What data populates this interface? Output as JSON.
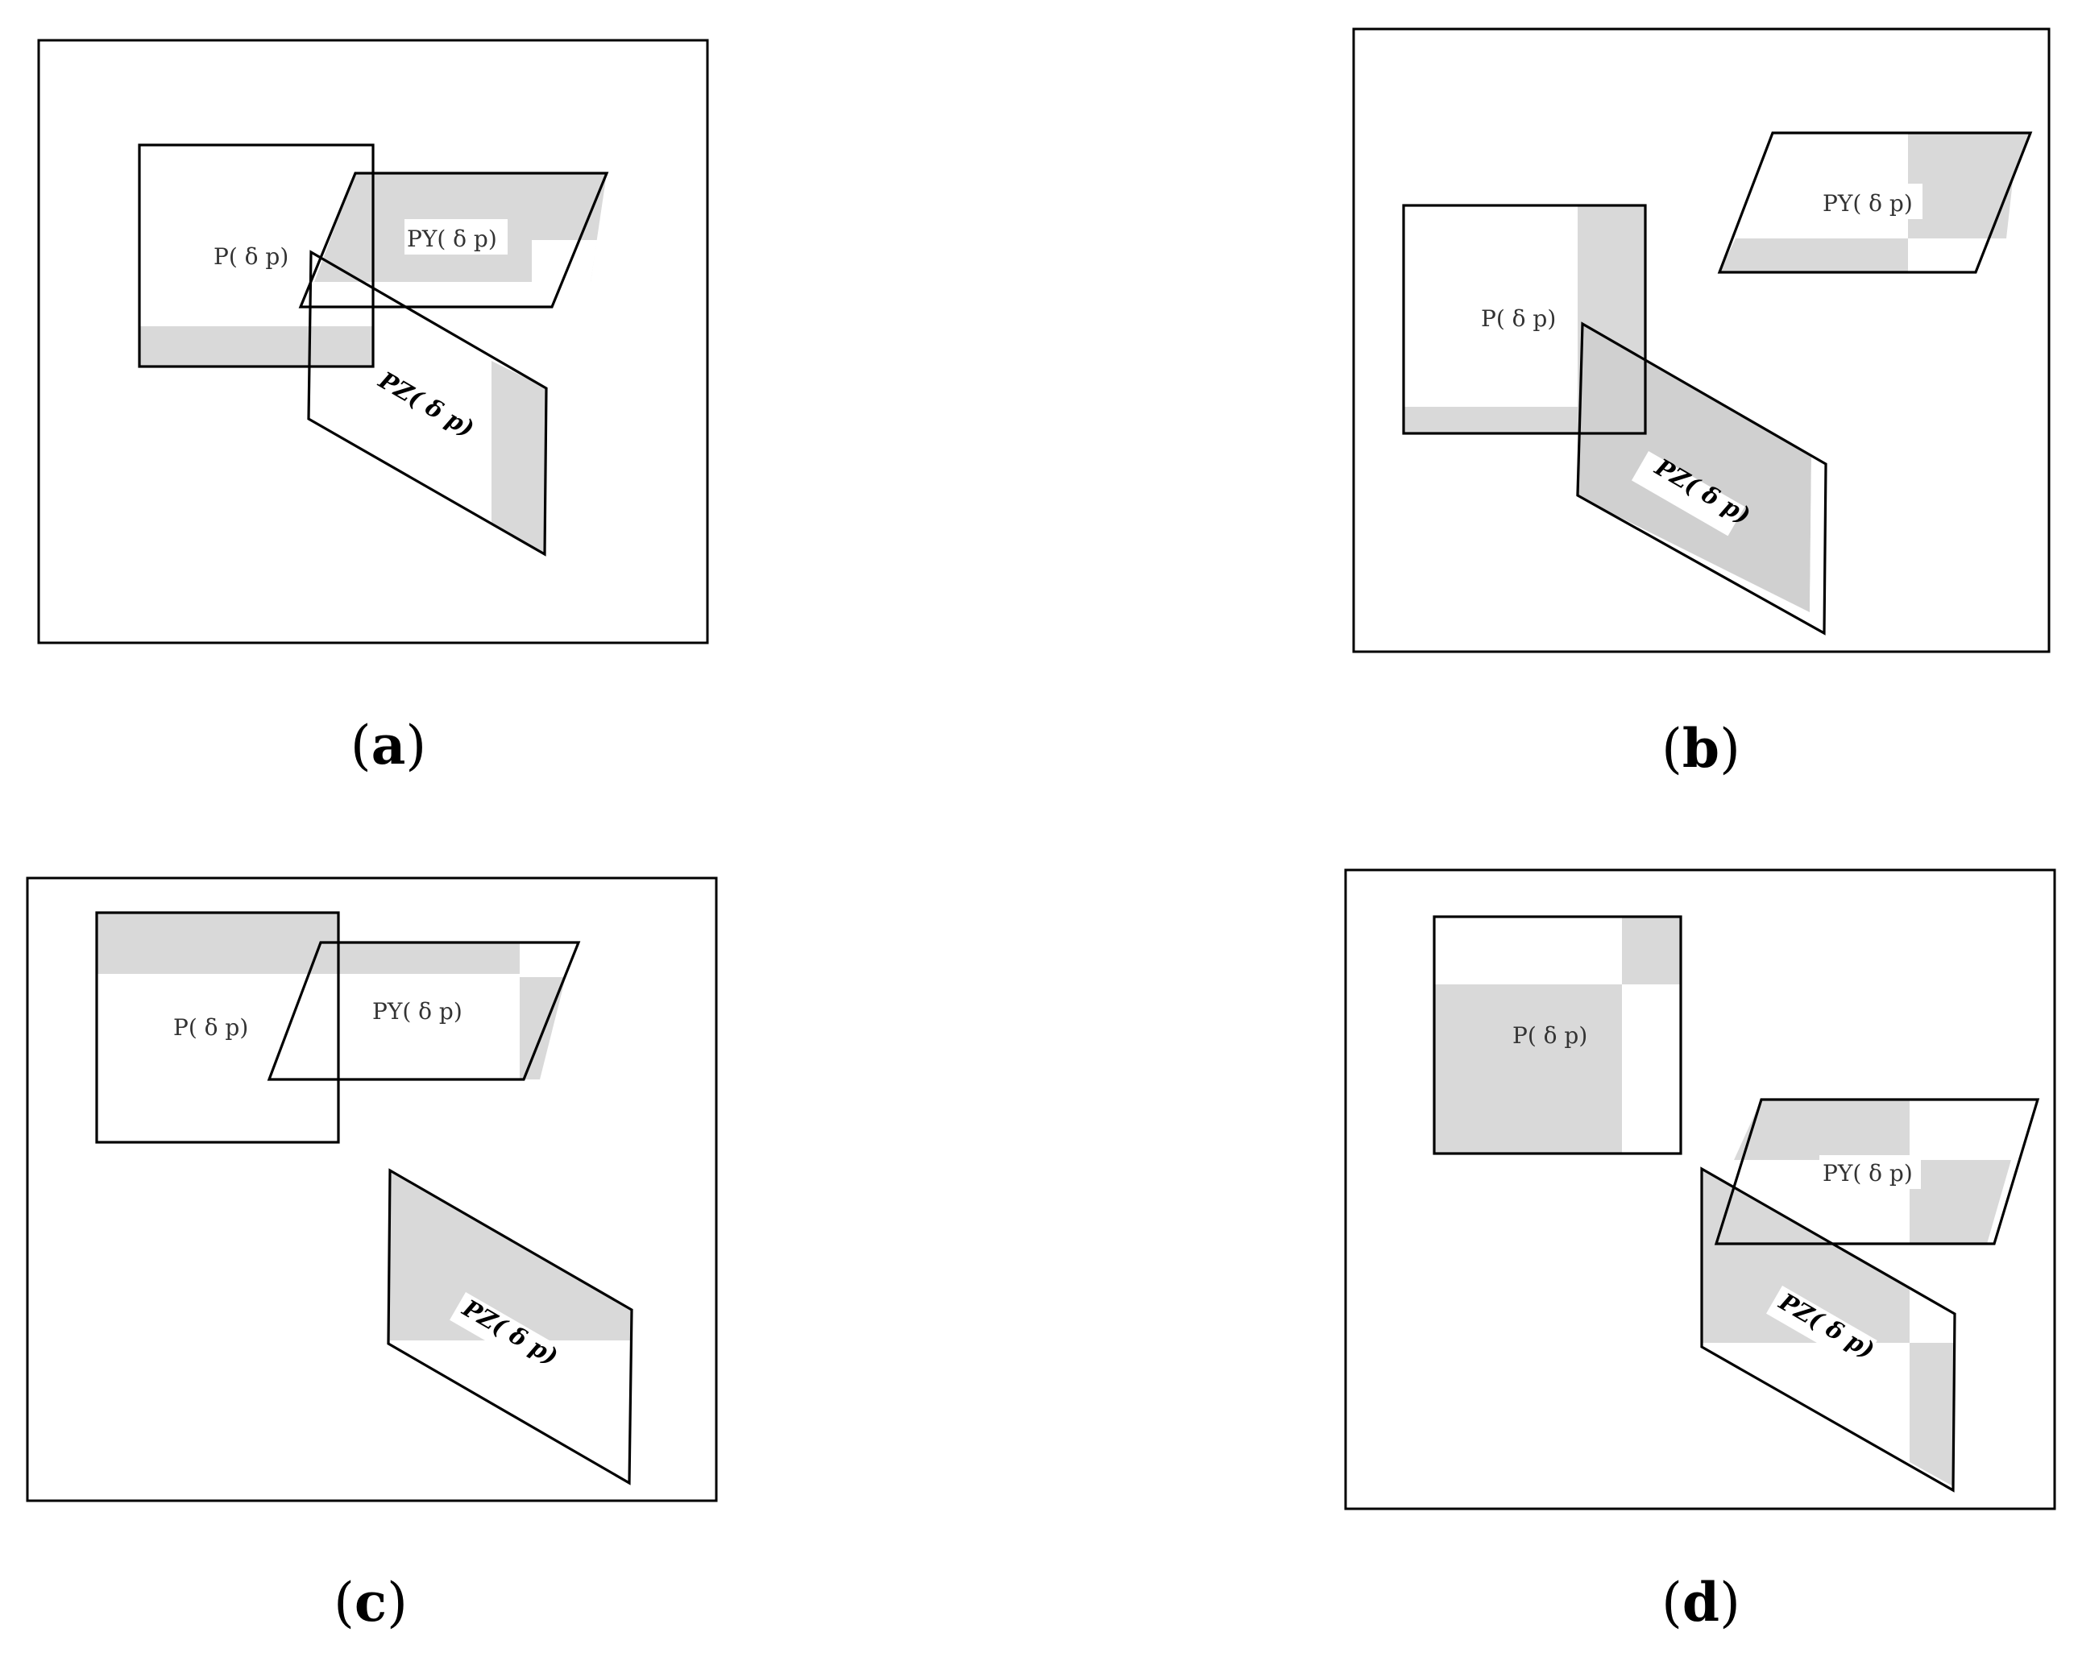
{
  "panels": [
    {
      "id": "a",
      "caption_open": "(",
      "caption_letter": "a",
      "caption_close": ")",
      "label_p": "P( δ p)",
      "label_py": "PY( δ p)",
      "label_pz": "PZ( δ p)"
    },
    {
      "id": "b",
      "caption_open": "(",
      "caption_letter": "b",
      "caption_close": ")",
      "label_p": "P( δ p)",
      "label_py": "PY( δ p)",
      "label_pz": "PZ( δ p)"
    },
    {
      "id": "c",
      "caption_open": "(",
      "caption_letter": "c",
      "caption_close": ")",
      "label_p": "P( δ p)",
      "label_py": "PY( δ p)",
      "label_pz": "PZ( δ p)"
    },
    {
      "id": "d",
      "caption_open": "(",
      "caption_letter": "d",
      "caption_close": ")",
      "label_p": "P( δ p)",
      "label_py": "PY( δ p)",
      "label_pz": "PZ( δ p)"
    }
  ],
  "colors": {
    "shade": "#d9d9d9",
    "line": "#000000",
    "background": "#ffffff"
  }
}
